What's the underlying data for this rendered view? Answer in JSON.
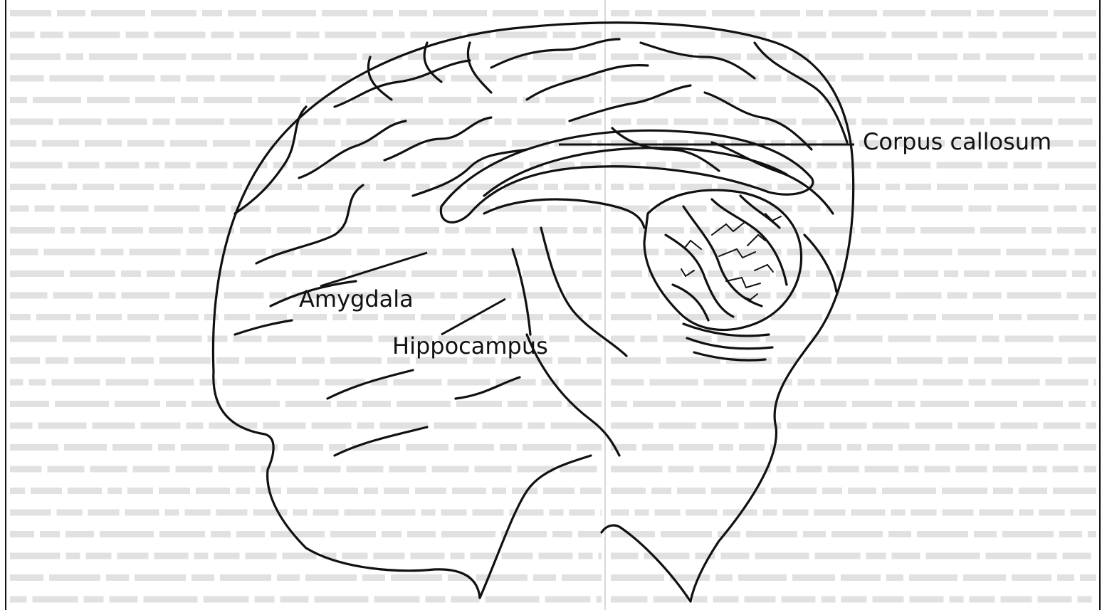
{
  "labels": {
    "corpus_callosum": "Corpus callosum",
    "amygdala": "Amygdala",
    "hippocampus": "Hippocampus"
  },
  "colors": {
    "ink": "#111111",
    "paper": "#ffffff",
    "bleed_through": "#c9c9c9"
  }
}
